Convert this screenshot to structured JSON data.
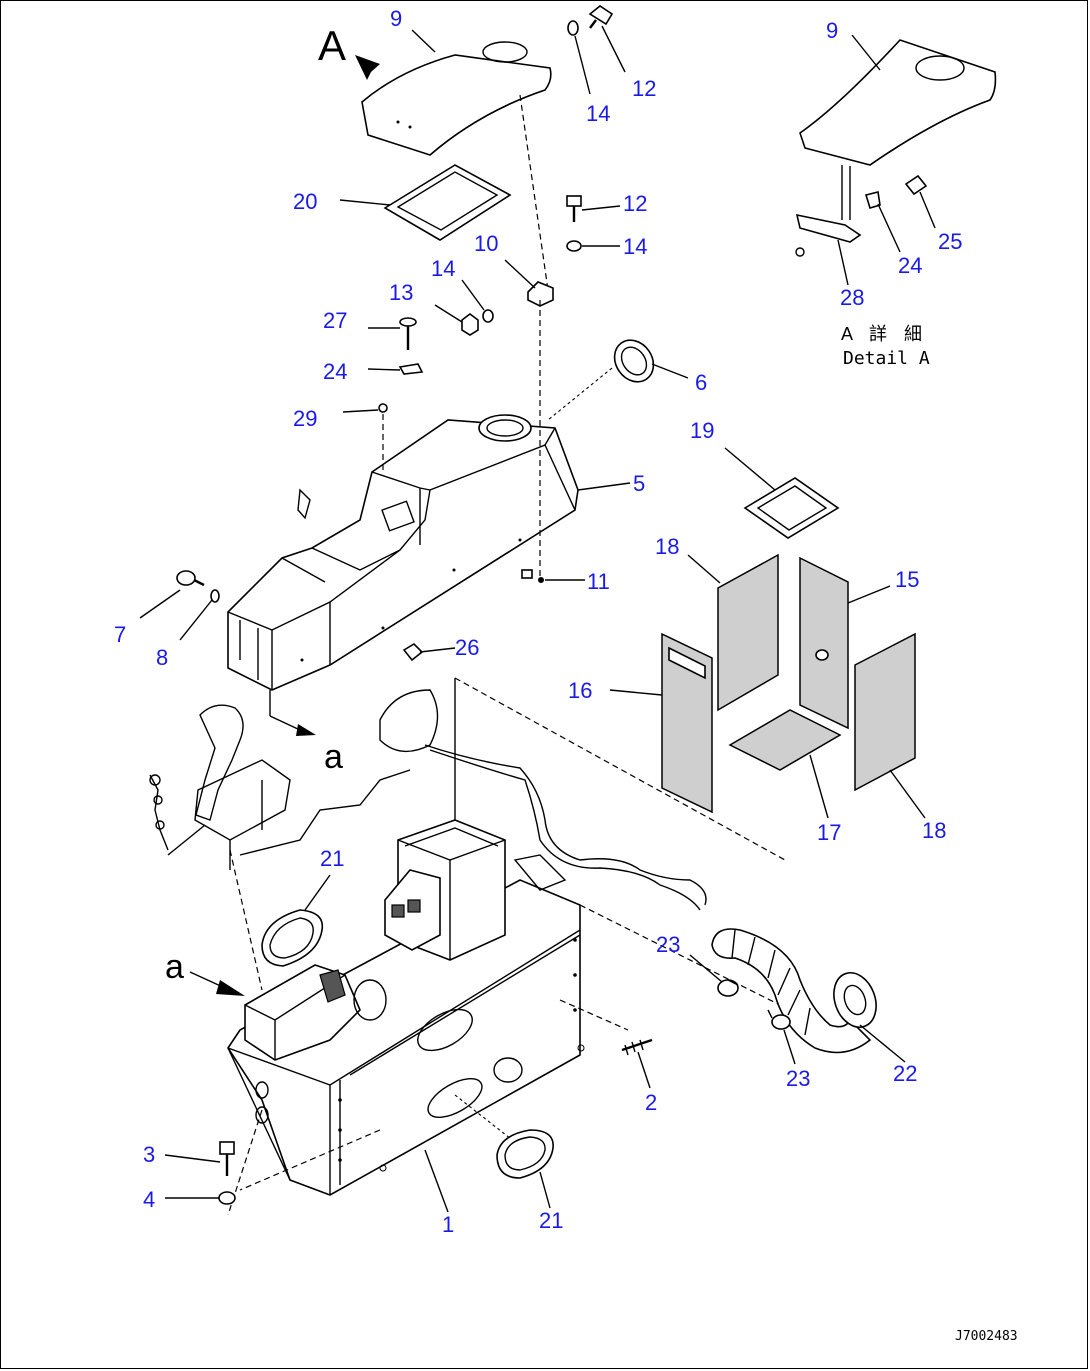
{
  "view_letter": "A",
  "detail_title_jp": "A 詳 細",
  "detail_title_en": "Detail A",
  "ref_a_1": "a",
  "ref_a_2": "a",
  "drawing_code": "J7002483",
  "labels": {
    "l9_main": "9",
    "l12_top": "12",
    "l14_top": "14",
    "l20": "20",
    "l12_mid": "12",
    "l10": "10",
    "l14_mid": "14",
    "l14_left": "14",
    "l13": "13",
    "l27": "27",
    "l24_left": "24",
    "l29": "29",
    "l6": "6",
    "l5": "5",
    "l11": "11",
    "l7": "7",
    "l8": "8",
    "l26": "26",
    "l9_detail": "9",
    "l25": "25",
    "l24_detail": "24",
    "l28": "28",
    "l19": "19",
    "l18_top": "18",
    "l15": "15",
    "l16": "16",
    "l17": "17",
    "l18_bottom": "18",
    "l21_top": "21",
    "l23_top": "23",
    "l23_bottom": "23",
    "l22": "22",
    "l2": "2",
    "l3": "3",
    "l4": "4",
    "l1": "1",
    "l21_bottom": "21"
  }
}
